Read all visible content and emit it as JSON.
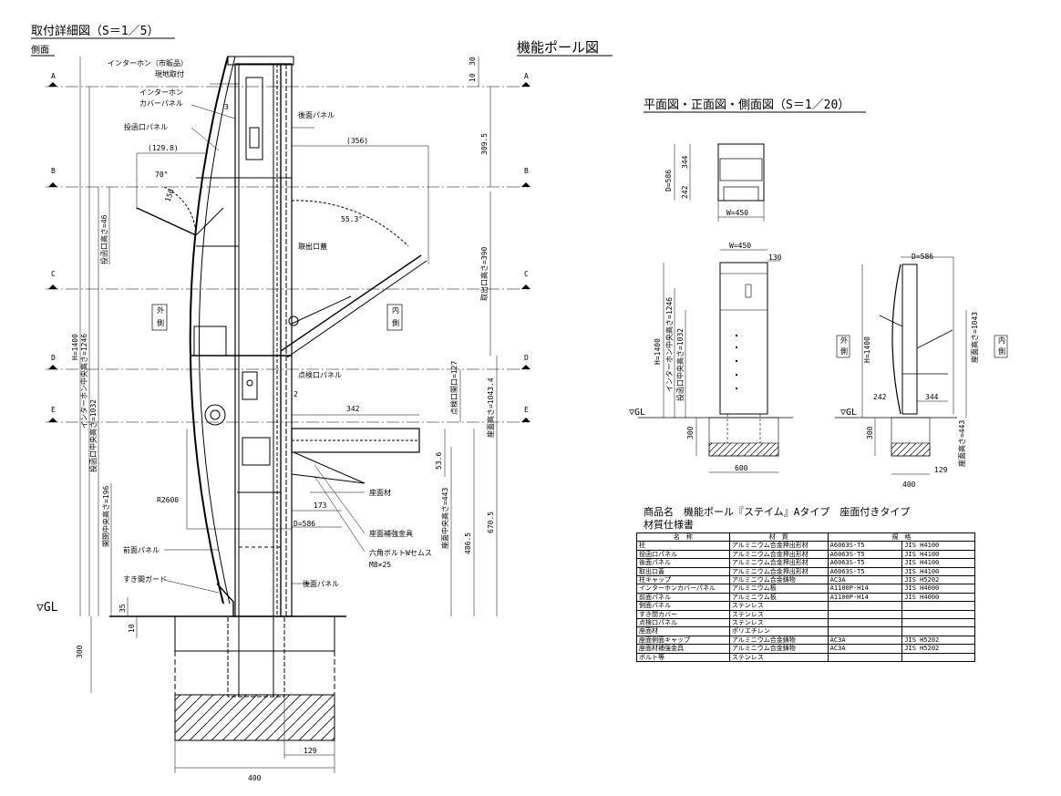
{
  "titles": {
    "detail": "取付詳細図（S＝1／5）",
    "side": "側面",
    "main": "機能ポール図",
    "plan": "平面図・正面図・側面図（S＝1／20）"
  },
  "section_marks": [
    "A",
    "B",
    "C",
    "D",
    "E"
  ],
  "ground_label": "▽GL",
  "detail_labels": {
    "intercom": "インターホン（市販品）",
    "onsite": "現地取付",
    "intercom_cover_1": "インターホン",
    "intercom_cover_2": "カバーパネル",
    "insert_panel": "投函口パネル",
    "rear_panel_top": "後面パネル",
    "takeout_lid": "取出口蓋",
    "outside_1": "外",
    "outside_2": "側",
    "inside_1": "内",
    "inside_2": "側",
    "inspect_panel": "点検口パネル",
    "seat_member": "座面材",
    "seat_bracket": "座面補強金具",
    "bolt_1": "六角ボルトWセムス",
    "bolt_2": "M8×25",
    "front_panel": "前面パネル",
    "gap_guard": "すき間ガード",
    "rear_panel_bottom": "後面パネル",
    "radius": "R2600",
    "d586": "D=586"
  },
  "detail_dims": {
    "d30": "30",
    "d10": "10",
    "d309": "309.5",
    "d390": "取出口高さ=390",
    "d127": "点検口開口=127",
    "d1043": "座面高さ=1043.4",
    "d670": "670.5",
    "d486": "486.5",
    "d443": "座面中央高さ=443",
    "d53": "53.6",
    "d342": "342",
    "d173": "173",
    "d356": "(356)",
    "d129_8": "(129.8)",
    "d150": "150",
    "d70": "70°",
    "d55": "55.3°",
    "d3": "3",
    "d2": "2",
    "d1400": "H=1400",
    "d1246": "インターホン中央高さ=1246",
    "d1032": "投函口中央高さ=1032",
    "d46": "投函口高さ=46",
    "d196": "開閉中央高さ=196",
    "d35": "35",
    "d10b": "10",
    "d300": "300",
    "d400": "400",
    "d129": "129"
  },
  "plan_dims": {
    "p586": "D=586",
    "p344": "344",
    "p242": "242",
    "p450": "W=450",
    "f450": "W=450",
    "f130": "130",
    "f1400": "H=1400",
    "f1246": "インターホン中央高さ=1246",
    "f1032": "投函口中央高さ=1032",
    "f300": "300",
    "f600": "600",
    "s586": "D=586",
    "s1400": "H=1400",
    "s1043": "座面高さ=1043",
    "s242": "242",
    "s344": "344",
    "s300": "300",
    "s443": "座面高さ=443",
    "s129": "129",
    "s400": "400",
    "gl": "▽GL",
    "out_1": "外",
    "out_2": "側",
    "in_1": "内",
    "in_2": "側"
  },
  "spec": {
    "title": "商品名　機能ポール『ステイム』Aタイプ　座面付きタイプ",
    "subtitle": "材質仕様書",
    "headers": [
      "名　称",
      "材　質",
      "規　格"
    ],
    "rows": [
      [
        "柱",
        "アルミニウム合金押出形材",
        "A6063S-T5",
        "JIS H4100"
      ],
      [
        "投函口パネル",
        "アルミニウム合金押出形材",
        "A6063S-T5",
        "JIS H4100"
      ],
      [
        "後面パネル",
        "アルミニウム合金押出形材",
        "A6063S-T5",
        "JIS H4100"
      ],
      [
        "取出口蓋",
        "アルミニウム合金押出形材",
        "A6063S-T5",
        "JIS H4100"
      ],
      [
        "柱キャップ",
        "アルミニウム合金鋳物",
        "AC3A",
        "JIS H5202"
      ],
      [
        "インターホンカバーパネル",
        "アルミニウム板",
        "A1100P-H14",
        "JIS H4000"
      ],
      [
        "前面パネル",
        "アルミニウム板",
        "A1100P-H14",
        "JIS H4000"
      ],
      [
        "側面パネル",
        "ステンレス",
        "",
        ""
      ],
      [
        "すき間カバー",
        "ステンレス",
        "",
        ""
      ],
      [
        "点検口パネル",
        "ステンレス",
        "",
        ""
      ],
      [
        "座面材",
        "ポリエチレン",
        "",
        ""
      ],
      [
        "座面側面キャップ",
        "アルミニウム合金鋳物",
        "AC3A",
        "JIS H5202"
      ],
      [
        "座面材補強金具",
        "アルミニウム合金鋳物",
        "AC3A",
        "JIS H5202"
      ],
      [
        "ボルト等",
        "ステンレス",
        "",
        ""
      ]
    ]
  }
}
